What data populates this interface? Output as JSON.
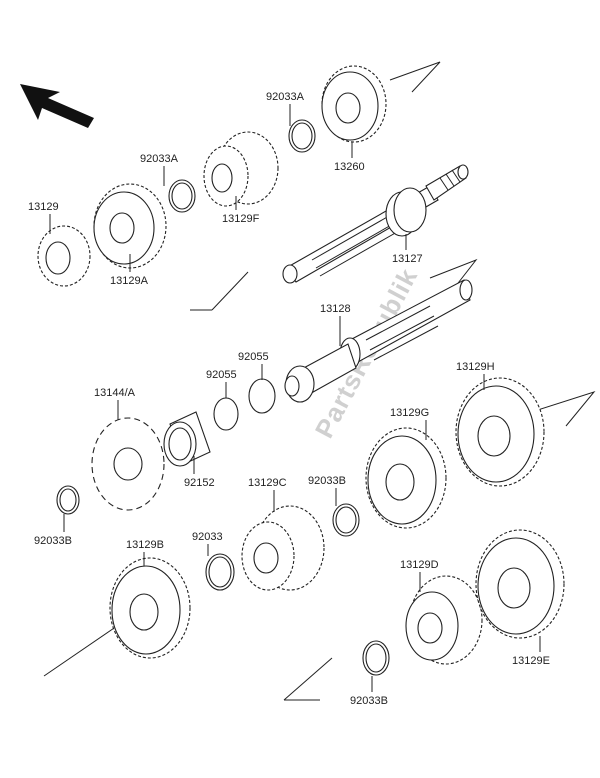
{
  "watermark": "PartsRepublik",
  "parts": {
    "p13129": "13129",
    "p13129A": "13129A",
    "p92033A_1": "92033A",
    "p92033A_2": "92033A",
    "p13129F": "13129F",
    "p13260": "13260",
    "p13127": "13127",
    "p13128": "13128",
    "p92055_1": "92055",
    "p92055_2": "92055",
    "p13144": "13144/A",
    "p92152": "92152",
    "p92033B_1": "92033B",
    "p92033B_2": "92033B",
    "p92033B_3": "92033B",
    "p13129B": "13129B",
    "p92033": "92033",
    "p13129C": "13129C",
    "p13129G": "13129G",
    "p13129H": "13129H",
    "p13129D": "13129D",
    "p13129E": "13129E"
  }
}
